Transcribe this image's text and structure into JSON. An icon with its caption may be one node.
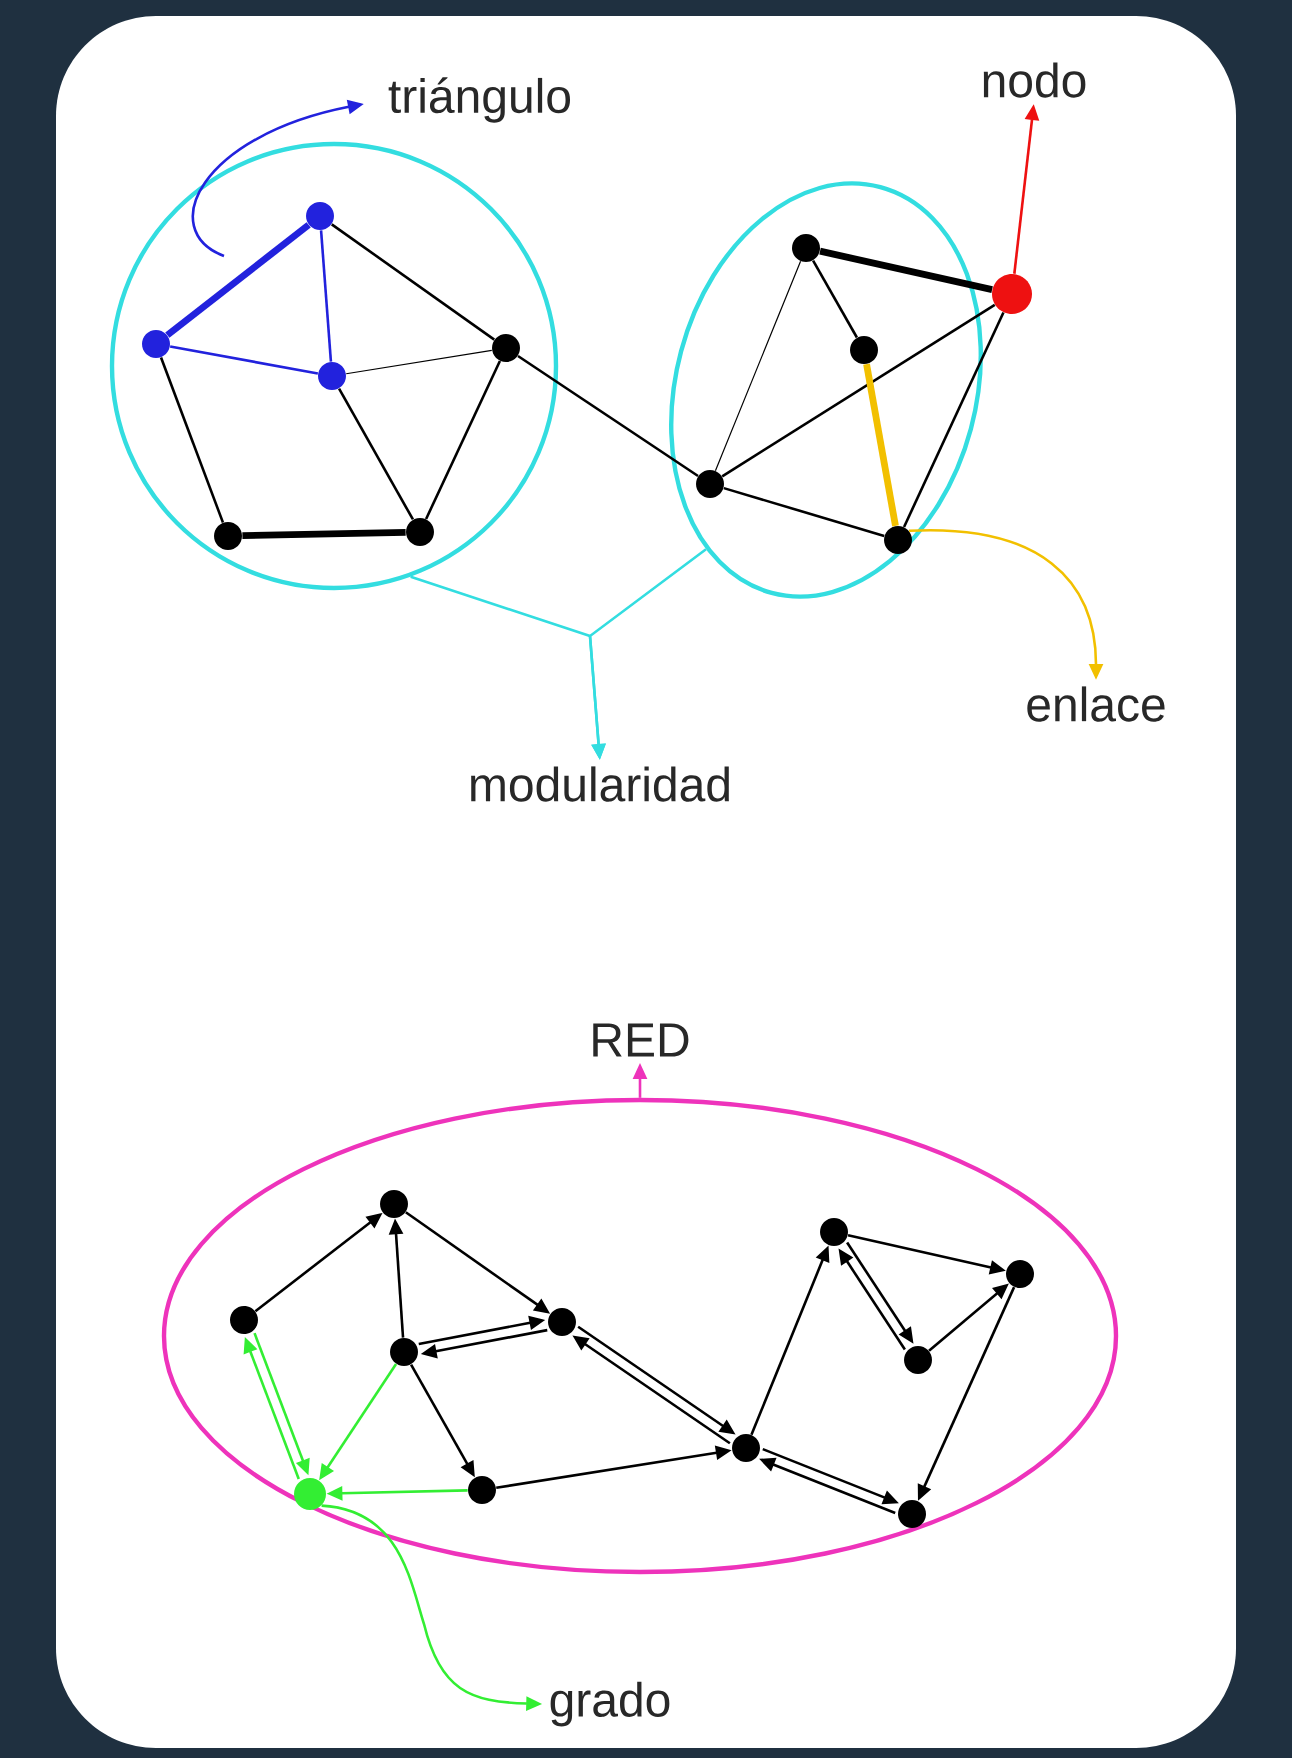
{
  "diagram": {
    "nodes": [
      {
        "text": [
          "triángulo"
        ]
      },
      {
        "text": [
          "nodo"
        ]
      },
      {
        "text": [],
        "shape": "circle"
      },
      {
        "text": [],
        "shape": "circle",
        "in": 2
      },
      {
        "text": [],
        "shape": "circle",
        "in": 2
      },
      {
        "text": [],
        "shape": "circle",
        "in": 2
      },
      {
        "text": [],
        "shape": "circle",
        "in": 2
      },
      {
        "text": [],
        "shape": "circle",
        "in": 2
      },
      {
        "text": [],
        "shape": "circle",
        "in": 2
      },
      {
        "text": [],
        "shape": "ellipse"
      },
      {
        "text": [],
        "shape": "circle",
        "in": 9
      },
      {
        "text": [],
        "shape": "circle",
        "in": 9
      },
      {
        "text": [],
        "shape": "circle",
        "in": 9
      },
      {
        "text": [],
        "shape": "circle",
        "in": 9
      },
      {
        "text": [],
        "shape": "circle"
      },
      {
        "text": [
          "enlace"
        ]
      },
      {
        "text": [
          "modularidad"
        ]
      },
      {
        "text": [
          "RED"
        ]
      },
      {
        "text": [],
        "shape": "ellipse"
      },
      {
        "text": [],
        "shape": "circle",
        "in": 18
      },
      {
        "text": [],
        "shape": "circle",
        "in": 18
      },
      {
        "text": [],
        "shape": "circle",
        "in": 18
      },
      {
        "text": [],
        "shape": "circle",
        "in": 18
      },
      {
        "text": [],
        "shape": "circle",
        "in": 18
      },
      {
        "text": [],
        "shape": "circle",
        "in": 18
      },
      {
        "text": [],
        "shape": "circle",
        "in": 18
      },
      {
        "text": [],
        "shape": "circle",
        "in": 18
      },
      {
        "text": [],
        "shape": "circle",
        "in": 18
      },
      {
        "text": [],
        "shape": "circle",
        "in": 18
      },
      {
        "text": [],
        "shape": "circle",
        "in": 18
      },
      {
        "text": [
          "grado"
        ]
      }
    ],
    "edges": [
      {
        "from": null,
        "to": 0,
        "arrow": "to",
        "color": "#2222dd"
      },
      {
        "from": 14,
        "to": 1,
        "arrow": "to",
        "color": "#ee1111"
      },
      {
        "from": 5,
        "to": 3,
        "arrow": "none",
        "style": "thick",
        "color": "#2222dd"
      },
      {
        "from": 5,
        "to": 6,
        "arrow": "none",
        "color": "#2222dd"
      },
      {
        "from": 3,
        "to": 6,
        "arrow": "none",
        "color": "#2222dd"
      },
      {
        "from": 5,
        "to": 8,
        "arrow": "none"
      },
      {
        "from": 6,
        "to": 8,
        "arrow": "none"
      },
      {
        "from": 6,
        "to": 7,
        "arrow": "none"
      },
      {
        "from": 8,
        "to": 7,
        "arrow": "none"
      },
      {
        "from": 3,
        "to": 4,
        "arrow": "none"
      },
      {
        "from": 4,
        "to": 7,
        "arrow": "none",
        "style": "thick"
      },
      {
        "from": 8,
        "to": 10,
        "arrow": "none"
      },
      {
        "from": 11,
        "to": 14,
        "arrow": "none",
        "style": "thick"
      },
      {
        "from": 11,
        "to": 12,
        "arrow": "none"
      },
      {
        "from": 11,
        "to": 10,
        "arrow": "none"
      },
      {
        "from": 10,
        "to": 14,
        "arrow": "none"
      },
      {
        "from": 12,
        "to": 13,
        "arrow": "none",
        "style": "thick",
        "color": "#f2c000"
      },
      {
        "from": 14,
        "to": 13,
        "arrow": "none"
      },
      {
        "from": 10,
        "to": 13,
        "arrow": "none"
      },
      {
        "from": 13,
        "to": 15,
        "arrow": "to",
        "color": "#f2c000"
      },
      {
        "from": 2,
        "to": 16,
        "arrow": "to",
        "color": "#33dde0"
      },
      {
        "from": 9,
        "to": 16,
        "arrow": "to",
        "color": "#33dde0"
      },
      {
        "from": 18,
        "to": 17,
        "arrow": "to",
        "color": "#ee33bb"
      },
      {
        "from": 19,
        "to": 21,
        "arrow": "to"
      },
      {
        "from": 22,
        "to": 21,
        "arrow": "to"
      },
      {
        "from": 21,
        "to": 24,
        "arrow": "to"
      },
      {
        "from": 22,
        "to": 24,
        "arrow": "to"
      },
      {
        "from": 24,
        "to": 22,
        "arrow": "to"
      },
      {
        "from": 22,
        "to": 23,
        "arrow": "to"
      },
      {
        "from": 23,
        "to": 25,
        "arrow": "to"
      },
      {
        "from": 24,
        "to": 25,
        "arrow": "to"
      },
      {
        "from": 25,
        "to": 24,
        "arrow": "to"
      },
      {
        "from": 25,
        "to": 26,
        "arrow": "to"
      },
      {
        "from": 25,
        "to": 27,
        "arrow": "to"
      },
      {
        "from": 27,
        "to": 25,
        "arrow": "to"
      },
      {
        "from": 26,
        "to": 29,
        "arrow": "to"
      },
      {
        "from": 26,
        "to": 28,
        "arrow": "to"
      },
      {
        "from": 28,
        "to": 26,
        "arrow": "to"
      },
      {
        "from": 28,
        "to": 29,
        "arrow": "to"
      },
      {
        "from": 29,
        "to": 27,
        "arrow": "to"
      },
      {
        "from": 19,
        "to": 20,
        "arrow": "to",
        "color": "#33ee33"
      },
      {
        "from": 20,
        "to": 19,
        "arrow": "to",
        "color": "#33ee33"
      },
      {
        "from": 22,
        "to": 20,
        "arrow": "to",
        "color": "#33ee33"
      },
      {
        "from": 23,
        "to": 20,
        "arrow": "to",
        "color": "#33ee33"
      },
      {
        "from": 20,
        "to": 30,
        "arrow": "to",
        "color": "#33ee33"
      }
    ]
  }
}
